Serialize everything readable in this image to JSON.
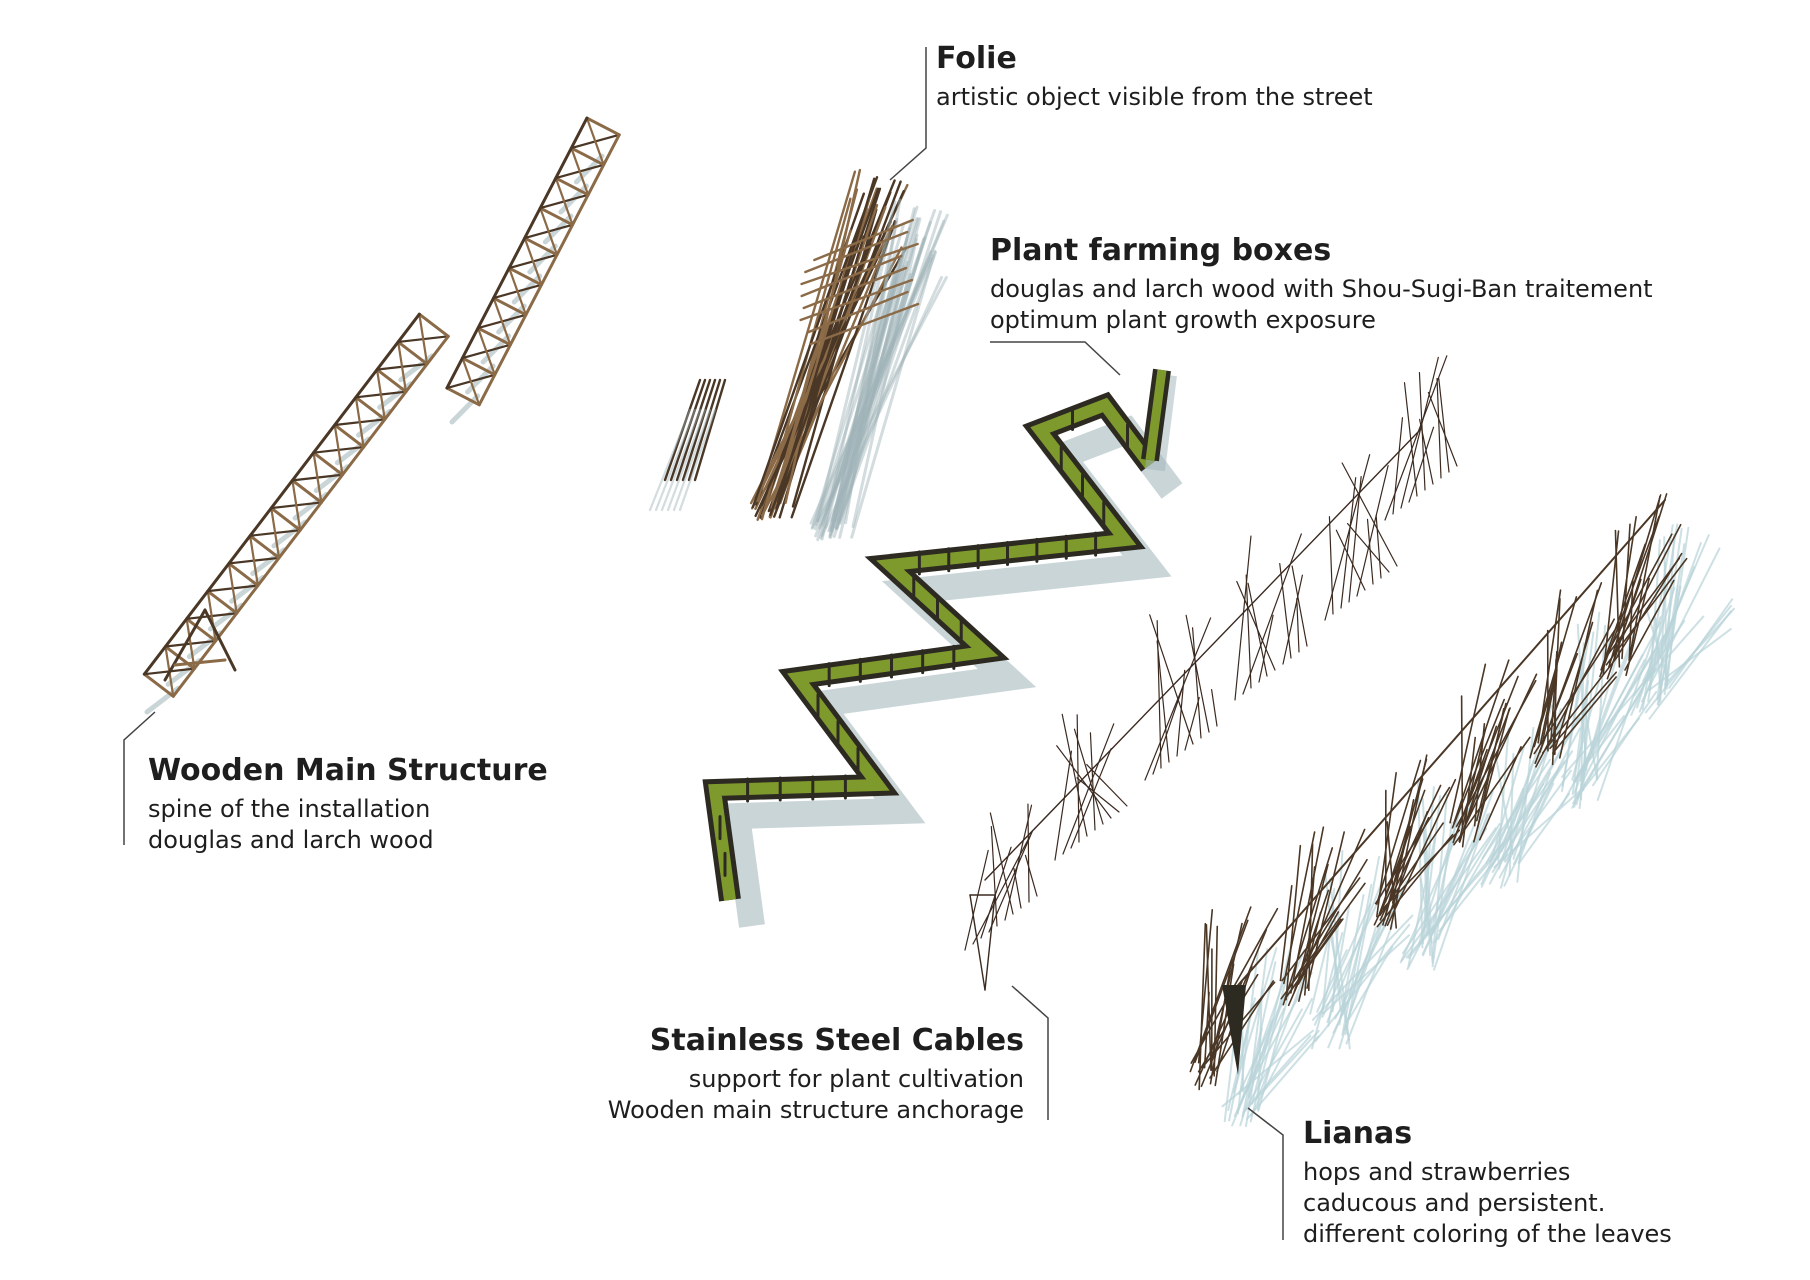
{
  "labels": {
    "folie": {
      "title": "Folie",
      "lines": [
        "artistic object visible from the street"
      ]
    },
    "plant_boxes": {
      "title": "Plant farming boxes",
      "lines": [
        "douglas and larch wood with Shou-Sugi-Ban traitement",
        "optimum plant growth exposure"
      ]
    },
    "wooden_structure": {
      "title": "Wooden Main Structure",
      "lines": [
        "spine of the installation",
        "douglas and larch wood"
      ]
    },
    "steel_cables": {
      "title": "Stainless Steel Cables",
      "lines": [
        "support for plant cultivation",
        "Wooden main structure anchorage"
      ]
    },
    "lianas": {
      "title": "Lianas",
      "lines": [
        "hops and strawberries",
        "caducous and persistent.",
        "different coloring of the leaves"
      ]
    }
  },
  "colors": {
    "wood": "#8b6a47",
    "wood_dark": "#4a3726",
    "shadow": "#9fb3b8",
    "box_green": "#7f9a2c",
    "box_dark": "#2d2a22",
    "cable": "#3b2a20",
    "liana_leaf": "#b9d4d9",
    "leader_line": "#444444"
  }
}
